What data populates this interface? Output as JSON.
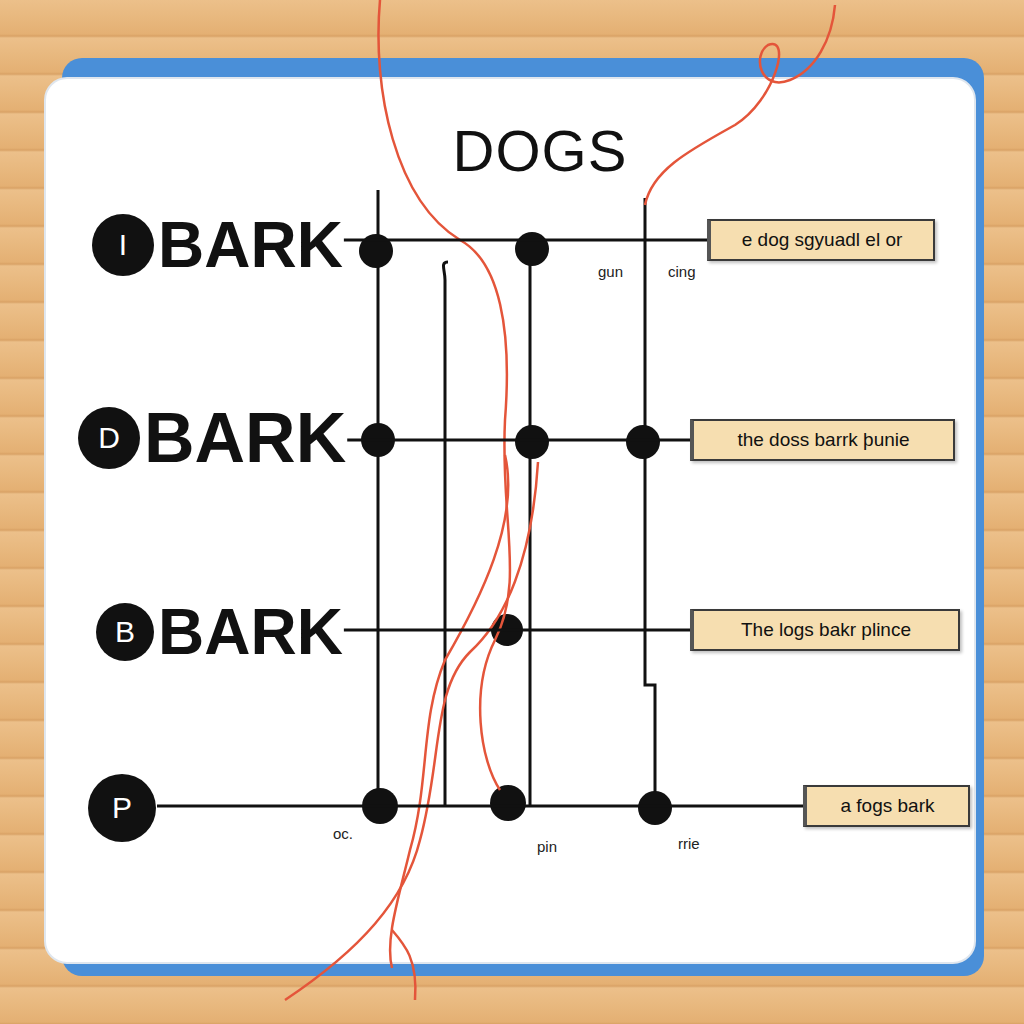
{
  "diagram": {
    "title": "DOGS",
    "nodes": [
      {
        "text": [
          "I",
          "BARK"
        ]
      },
      {
        "text": [
          "e dog sgyuadl el or"
        ]
      },
      {
        "text": [
          "D",
          "BARK"
        ]
      },
      {
        "text": [
          "the doss barrk þunie"
        ]
      },
      {
        "text": [
          "B",
          "BARK"
        ]
      },
      {
        "text": [
          "The logs bakr plince"
        ]
      },
      {
        "text": [
          "P"
        ]
      },
      {
        "text": [
          "a fogs bark"
        ]
      }
    ],
    "edges": [
      {
        "from": 0,
        "to": 1,
        "arrow": "none"
      },
      {
        "from": 2,
        "to": 3,
        "arrow": "none"
      },
      {
        "from": 4,
        "to": 5,
        "arrow": "none"
      },
      {
        "from": 6,
        "to": 7,
        "arrow": "none"
      }
    ],
    "labels": [
      "gun",
      "cing",
      "oc.",
      "pin",
      "rrie"
    ]
  }
}
